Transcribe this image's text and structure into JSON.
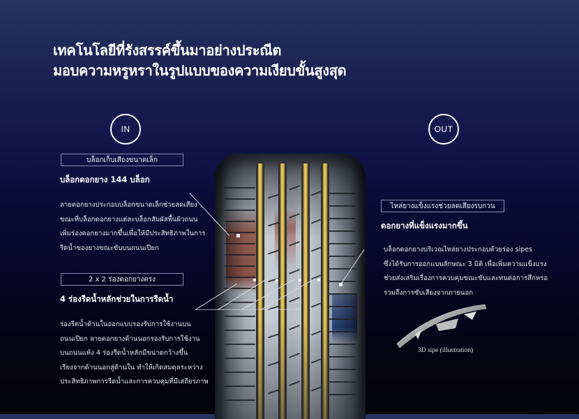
{
  "headline": {
    "line1": "เทคโนโลยีที่รังสรรค์ขึ้นมาอย่างประณีต",
    "line2": "มอบความหรูหราในรูปแบบของความเงียบขั้นสูงสุด"
  },
  "badges": {
    "in": "IN",
    "out": "OUT"
  },
  "features": [
    {
      "side": "in",
      "label": "บล็อกเก็บเสียงขนาดเล็ก",
      "title": "บล็อกดอกยาง 144 บล็อก",
      "body": [
        "ลายดอกยางประกอบบล็อกขนาดเล็กช่วยลดเสียง",
        "ขณะที่บล็อกดอกยางแต่ละบล็อกสัมผัสพื้นผิวถนน",
        "เพิ่มร่องดอกยางมากขึ้นเพื่อให้มีประสิทธิภาพในการ",
        "รีดน้ำของยางขณะขับบนถนนเปียก"
      ]
    },
    {
      "side": "in",
      "label": "2 x 2 ร่องดอกยางตรง",
      "title": "4 ร่องรีดน้ำหลักช่วยในการรีดน้ำ",
      "body": [
        "ร่องรีดน้ำด้านในออกแบบรองรับการใช้งานบน",
        "ถนนเปียก ลายดอกยางด้านนอกรองรับการใช้งาน",
        "บนถนนแห้ง 4 ร่องรีดน้ำหลักมีขนาดกว้างขึ้น",
        "เรียงจากด้านนอกสู่ด้านใน ทำให้เกิดสมดุลระหว่าง",
        "ประสิทธิภาพการรีดน้ำและการควบคุมที่มีเสถียรภาพ"
      ]
    },
    {
      "side": "out",
      "label": "ไหล่ยางแข็งแรงช่วยลดเสียงรบกวน",
      "title": "ดอกยางที่แข็งแรงมากขึ้น",
      "body": [
        "บล็อกดอกยางบริเวณไหล่ยางประกอบด้วยร่อง sipes",
        "ซึ่งได้รับการออกแบบลักษณะ 3 มิติ เพื่อเพิ่มความแข็งแรง",
        "ช่วยส่งเสริมเรื่องการควบคุมขณะขับและทนต่อการสึกหรอ",
        "รวมถึงการซับเสียงจากภายนอก"
      ]
    }
  ],
  "illustration": {
    "caption": "3D sipe (illustration)"
  },
  "colors": {
    "groove_highlight": "#e0c25a",
    "noise_block_zone": "#c0553c",
    "shoulder_zone": "#2d5aa8"
  }
}
